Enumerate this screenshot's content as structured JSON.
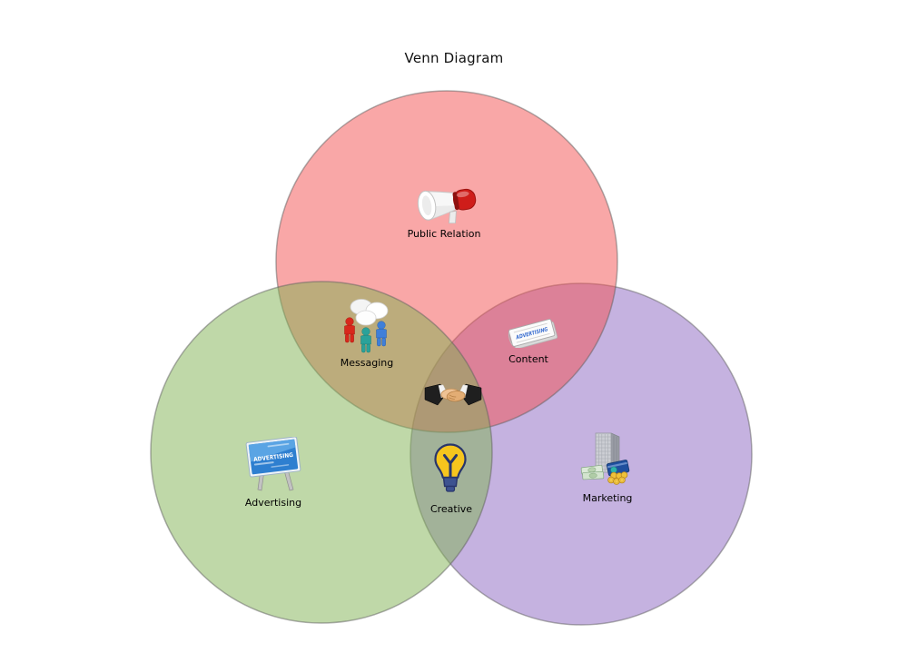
{
  "title": "Venn Diagram",
  "venn": {
    "background": "#FFFFFF",
    "circle_stroke": "#606060",
    "sets": [
      {
        "label": "Public Relation",
        "icon": "megaphone-icon",
        "fill": "#F9A7A7"
      },
      {
        "label": "Advertising",
        "icon": "billboard-icon",
        "fill": "#BFD8A8"
      },
      {
        "label": "Marketing",
        "icon": "office-building-icon",
        "fill": "#C5B2E0"
      }
    ],
    "overlaps": [
      {
        "label": "Messaging",
        "icon": "people-speech-bubbles-icon",
        "between": [
          "Public Relation",
          "Advertising"
        ],
        "fill": "#BCAC7C"
      },
      {
        "label": "Content",
        "icon": "newspaper-icon",
        "between": [
          "Public Relation",
          "Marketing"
        ],
        "fill": "#D5809F"
      },
      {
        "label": "Creative",
        "icon": "lightbulb-icon",
        "between": [
          "Advertising",
          "Marketing"
        ],
        "fill": "#A2B198"
      },
      {
        "label": "",
        "icon": "handshake-icon",
        "between": [
          "Public Relation",
          "Advertising",
          "Marketing"
        ],
        "fill": "#AD9874"
      }
    ],
    "icon_texts": {
      "billboard": "ADVERTISING",
      "newspaper": "ADVERTISING"
    }
  }
}
